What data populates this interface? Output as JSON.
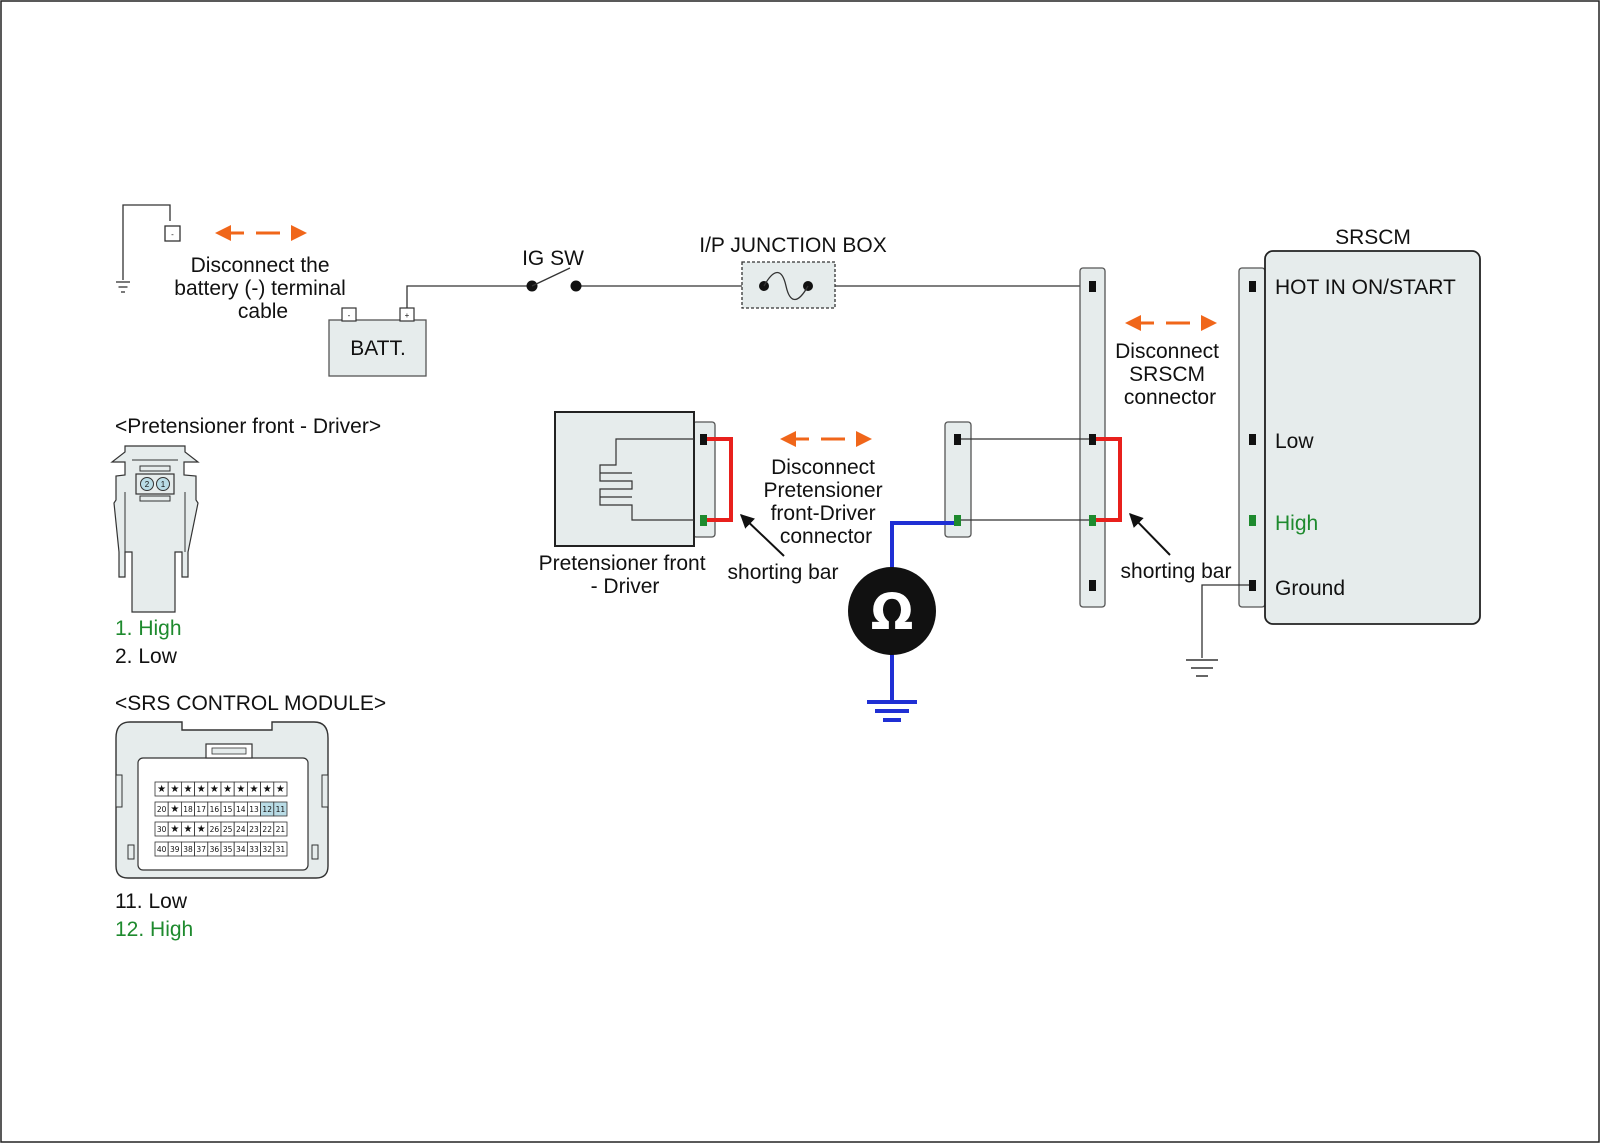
{
  "colors": {
    "wire": "#333333",
    "shorting_bar": "#e8201c",
    "meter_lead": "#1f2fd4",
    "arrow": "#f0661a",
    "high_text": "#1e8a2e",
    "pin_black": "#111111",
    "pin_green": "#1e8a2e",
    "module_fill": "#e6ecec",
    "cavity_highlight": "#b9dce6"
  },
  "battery": {
    "label": "BATT.",
    "minus_symbol": "-",
    "plus_symbol": "+",
    "note": [
      "Disconnect the",
      "battery (-) terminal",
      "cable"
    ]
  },
  "ig_switch": {
    "label": "IG SW"
  },
  "junction_box": {
    "label": "I/P JUNCTION BOX"
  },
  "srscm": {
    "title": "SRSCM",
    "pins": [
      {
        "label": "HOT IN ON/START",
        "color": "black"
      },
      {
        "label": "Low",
        "color": "black"
      },
      {
        "label": "High",
        "color": "green"
      },
      {
        "label": "Ground",
        "color": "black"
      }
    ],
    "note": [
      "Disconnect",
      "SRSCM",
      "connector"
    ]
  },
  "pretensioner": {
    "label": [
      "Pretensioner front",
      "- Driver"
    ],
    "note": [
      "Disconnect",
      "Pretensioner",
      "front-Driver",
      "connector"
    ]
  },
  "shorting_bar_label": "shorting bar",
  "ohmmeter": {
    "symbol": "Ω",
    "icon": "ohmmeter-icon"
  },
  "legend_pretensioner": {
    "title": "<Pretensioner front - Driver>",
    "cavities": [
      "2",
      "1"
    ],
    "pins": [
      {
        "text": "1. High",
        "color": "green"
      },
      {
        "text": "2. Low",
        "color": "black"
      }
    ]
  },
  "legend_srs": {
    "title": "<SRS CONTROL MODULE>",
    "rows": [
      [
        "★",
        "★",
        "★",
        "★",
        "★",
        "★",
        "★",
        "★",
        "★",
        "★"
      ],
      [
        "20",
        "★",
        "18",
        "17",
        "16",
        "15",
        "14",
        "13",
        "12",
        "11"
      ],
      [
        "30",
        "★",
        "★",
        "★",
        "26",
        "25",
        "24",
        "23",
        "22",
        "21"
      ],
      [
        "40",
        "39",
        "38",
        "37",
        "36",
        "35",
        "34",
        "33",
        "32",
        "31"
      ]
    ],
    "highlight": [
      "12",
      "11"
    ],
    "pins": [
      {
        "text": "11. Low",
        "color": "black"
      },
      {
        "text": "12. High",
        "color": "green"
      }
    ]
  }
}
